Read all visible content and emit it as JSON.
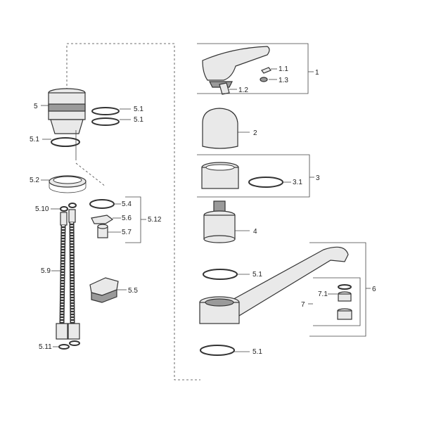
{
  "labels": {
    "l1": "1",
    "l1_1": "1.1",
    "l1_2": "1.2",
    "l1_3": "1.3",
    "l2": "2",
    "l3": "3",
    "l3_1": "3.1",
    "l4": "4",
    "l5": "5",
    "l5_1a": "5.1",
    "l5_1b": "5.1",
    "l5_1c": "5.1",
    "l5_1d": "5.1",
    "l5_1e": "5.1",
    "l5_2": "5.2",
    "l5_4": "5.4",
    "l5_5": "5.5",
    "l5_6": "5.6",
    "l5_7": "5.7",
    "l5_9": "5.9",
    "l5_10": "5.10",
    "l5_11": "5.11",
    "l5_12": "5.12",
    "l6": "6",
    "l7": "7",
    "l7_1": "7.1"
  }
}
